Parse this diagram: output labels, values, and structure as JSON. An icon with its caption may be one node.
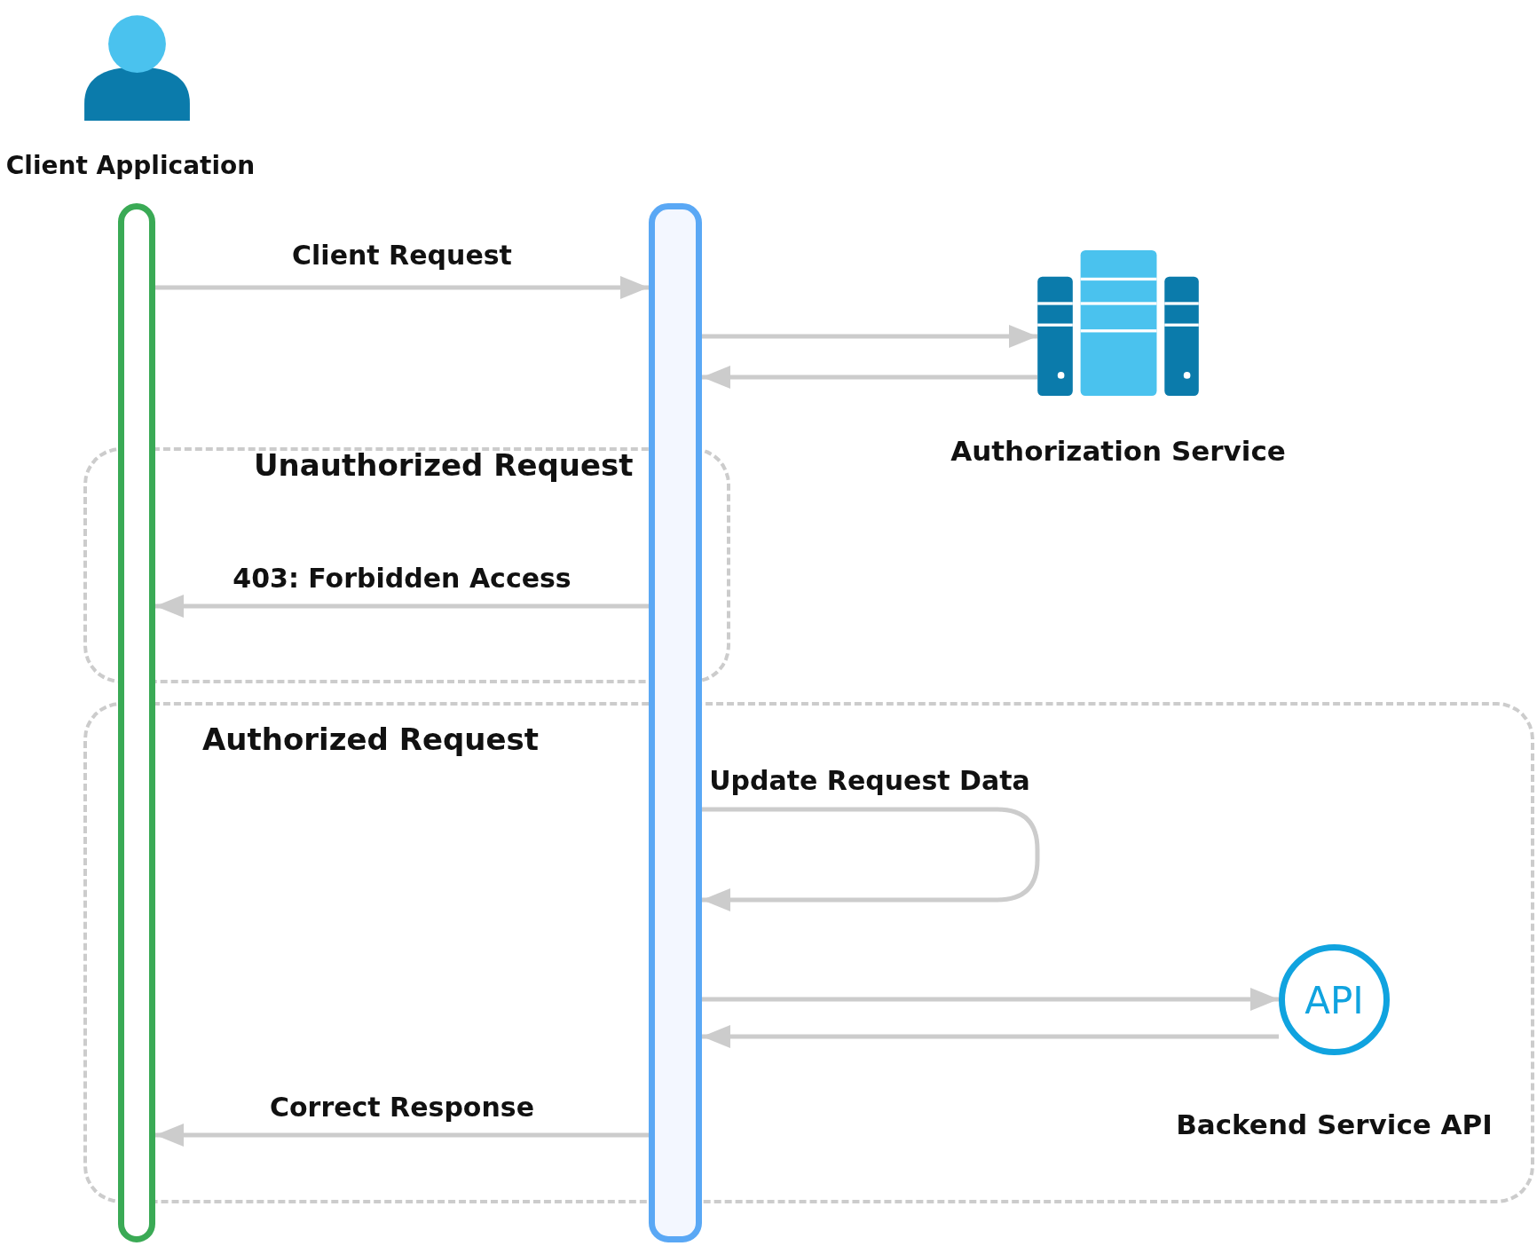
{
  "diagram": {
    "nodes": [
      {
        "text": [
          "Client Application"
        ]
      },
      {
        "text": [],
        "shape": "bar"
      },
      {
        "text": [
          "Authorization Service"
        ]
      },
      {
        "text": [
          "API",
          "Backend Service API"
        ]
      }
    ],
    "labels": [
      "Unauthorized Request",
      "Authorized Request"
    ],
    "edges": [
      {
        "from": 0,
        "to": 1,
        "arrow": "to",
        "label": "Client Request"
      },
      {
        "from": 1,
        "to": 2,
        "arrow": "to"
      },
      {
        "from": 2,
        "to": 1,
        "arrow": "to"
      },
      {
        "from": 1,
        "to": 0,
        "arrow": "to",
        "label": "403: Forbidden Access"
      },
      {
        "from": 1,
        "to": 1,
        "arrow": "to",
        "label": "Update Request Data"
      },
      {
        "from": 1,
        "to": 3,
        "arrow": "to"
      },
      {
        "from": 3,
        "to": 1,
        "arrow": "to"
      },
      {
        "from": 1,
        "to": 0,
        "arrow": "to",
        "label": "Correct Response"
      }
    ]
  }
}
